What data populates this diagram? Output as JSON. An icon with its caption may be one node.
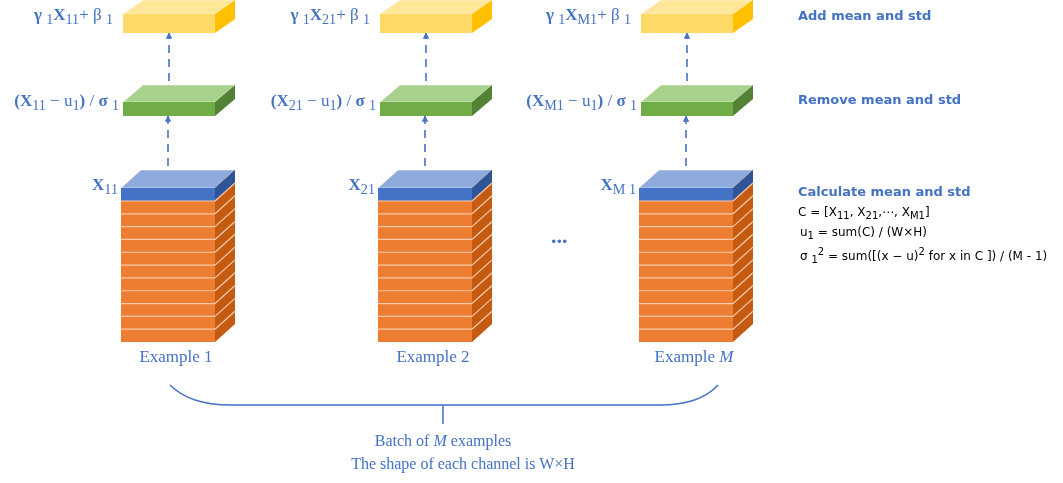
{
  "diagram": {
    "nodes": [
      {
        "text": [],
        "shape": "box",
        "beside": [
          "**γ** $_{1}$**X**$_{11}$+ β $_{1}$"
        ]
      },
      {
        "text": [],
        "shape": "box",
        "beside": [
          "**γ** $_{1}$**X**$_{21}$+ β $_{1}$"
        ]
      },
      {
        "text": [],
        "shape": "box",
        "beside": [
          "**γ** $_{1}$**X**$_{M1}$+ β $_{1}$"
        ]
      },
      {
        "text": [],
        "shape": "box",
        "beside": [
          "**(X**$_{11}$  −  u$_{1}$**)** /  **σ** $_{1}$"
        ]
      },
      {
        "text": [],
        "shape": "box",
        "beside": [
          "**(X**$_{21}$  −  u$_{1}$**)** /  **σ** $_{1}$"
        ]
      },
      {
        "text": [],
        "shape": "box",
        "beside": [
          "**(X**$_{M1}$  −  u$_{1}$**)** /  **σ** $_{1}$"
        ]
      },
      {
        "text": [],
        "shape": "box",
        "beside": [
          "**X**$_{11}$",
          "Example 1"
        ]
      },
      {
        "text": [],
        "shape": "box",
        "beside": [
          "**X**$_{21}$",
          "Example 2"
        ]
      },
      {
        "text": [],
        "shape": "box",
        "beside": [
          "**X**$_{M 1}$",
          "Example *M*"
        ]
      }
    ],
    "edges": [
      {
        "from": 6,
        "to": 3,
        "arrow": "to",
        "style": "dashed"
      },
      {
        "from": 3,
        "to": 0,
        "arrow": "to",
        "style": "dashed"
      },
      {
        "from": 7,
        "to": 4,
        "arrow": "to",
        "style": "dashed"
      },
      {
        "from": 4,
        "to": 1,
        "arrow": "to",
        "style": "dashed"
      },
      {
        "from": 8,
        "to": 5,
        "arrow": "to",
        "style": "dashed"
      },
      {
        "from": 5,
        "to": 2,
        "arrow": "to",
        "style": "dashed"
      }
    ],
    "labels": [
      "Add mean and std",
      "Remove mean and std",
      "Calculate mean and std",
      "C  =  [X$_{11}$, X$_{21}$,⋯, X$_{M1}$]",
      "u$_{1}$  = sum(C) / (W×H)",
      "σ $_{1}$$^{2}$ = sum([(x − u)$^{2}$ for x in C ]) / (M - 1)",
      "...",
      "Batch of *M* examples",
      "The shape of each channel is W×H"
    ]
  }
}
